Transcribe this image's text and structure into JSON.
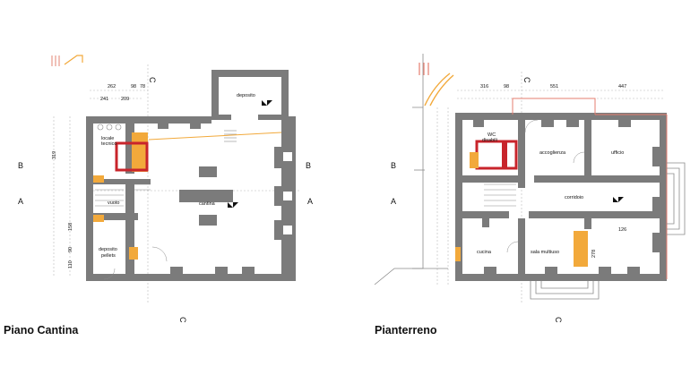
{
  "colors": {
    "wall": "#7b7b7b",
    "wall_dark": "#6f6f6f",
    "accent_orange": "#f2a93b",
    "accent_red": "#c8242b",
    "text": "#111111",
    "line": "#9a9a9a"
  },
  "plans": [
    {
      "title": "Piano Cantina",
      "section_labels": {
        "a": "A",
        "b": "B",
        "c": "C"
      },
      "dimensions": [
        "262",
        "98",
        "78",
        "241",
        "209",
        "319",
        "158",
        "90",
        "110"
      ],
      "rooms": [
        {
          "label": "deposito"
        },
        {
          "label": "locale",
          "label2": "tecnico"
        },
        {
          "label": "vuoto"
        },
        {
          "label": "cantina"
        },
        {
          "label": "deposito",
          "label2": "pellets"
        }
      ]
    },
    {
      "title": "Pianterreno",
      "section_labels": {
        "a": "A",
        "b": "B",
        "c": "C"
      },
      "dimensions": [
        "316",
        "551",
        "447",
        "98",
        "126",
        "278"
      ],
      "rooms": [
        {
          "label": "WC",
          "label2": "disabili"
        },
        {
          "label": "accoglienza"
        },
        {
          "label": "ufficio"
        },
        {
          "label": "corridoio"
        },
        {
          "label": "cucina"
        },
        {
          "label": "sala multiuso"
        }
      ]
    }
  ]
}
